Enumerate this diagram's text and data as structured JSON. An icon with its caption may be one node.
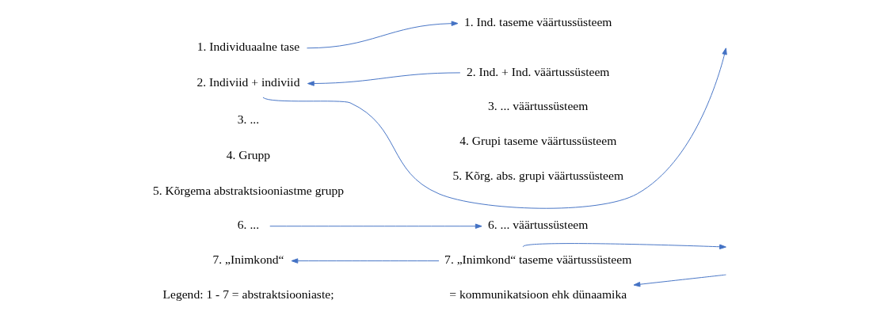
{
  "diagram": {
    "nodes": [
      {
        "text": [
          "1. Individuaalne tase"
        ]
      },
      {
        "text": [
          "2. Indiviid + indiviid"
        ]
      },
      {
        "text": [
          "3. ..."
        ]
      },
      {
        "text": [
          "4. Grupp"
        ]
      },
      {
        "text": [
          "5. Kõrgema abstraktsiooniastme grupp"
        ]
      },
      {
        "text": [
          "6. ..."
        ]
      },
      {
        "text": [
          "7. „Inimkond“"
        ]
      },
      {
        "text": [
          "1. Ind. taseme väärtussüsteem"
        ]
      },
      {
        "text": [
          "2. Ind. + Ind. väärtussüsteem"
        ]
      },
      {
        "text": [
          "3. ... väärtussüsteem"
        ]
      },
      {
        "text": [
          "4. Grupi taseme väärtussüsteem"
        ]
      },
      {
        "text": [
          "5. Kõrg. abs. grupi väärtussüsteem"
        ]
      },
      {
        "text": [
          "6. ... väärtussüsteem"
        ]
      },
      {
        "text": [
          "7. „Inimkond“ taseme väärtussüsteem"
        ]
      }
    ],
    "edges": [
      {
        "from": 0,
        "to": 7,
        "arrow": "to"
      },
      {
        "from": 8,
        "to": 1,
        "arrow": "to"
      },
      {
        "from": 1,
        "to": null,
        "arrow": "to"
      },
      {
        "from": 13,
        "to": null,
        "arrow": "to"
      },
      {
        "from": 5,
        "to": 12,
        "arrow": "to"
      },
      {
        "from": 13,
        "to": 6,
        "arrow": "to"
      }
    ],
    "labels": [
      "Legend: 1 - 7 = abstraktsiooniaste;"
    ],
    "legend": [
      {
        "text": "= kommunikatsioon ehk dünaamika"
      }
    ]
  }
}
